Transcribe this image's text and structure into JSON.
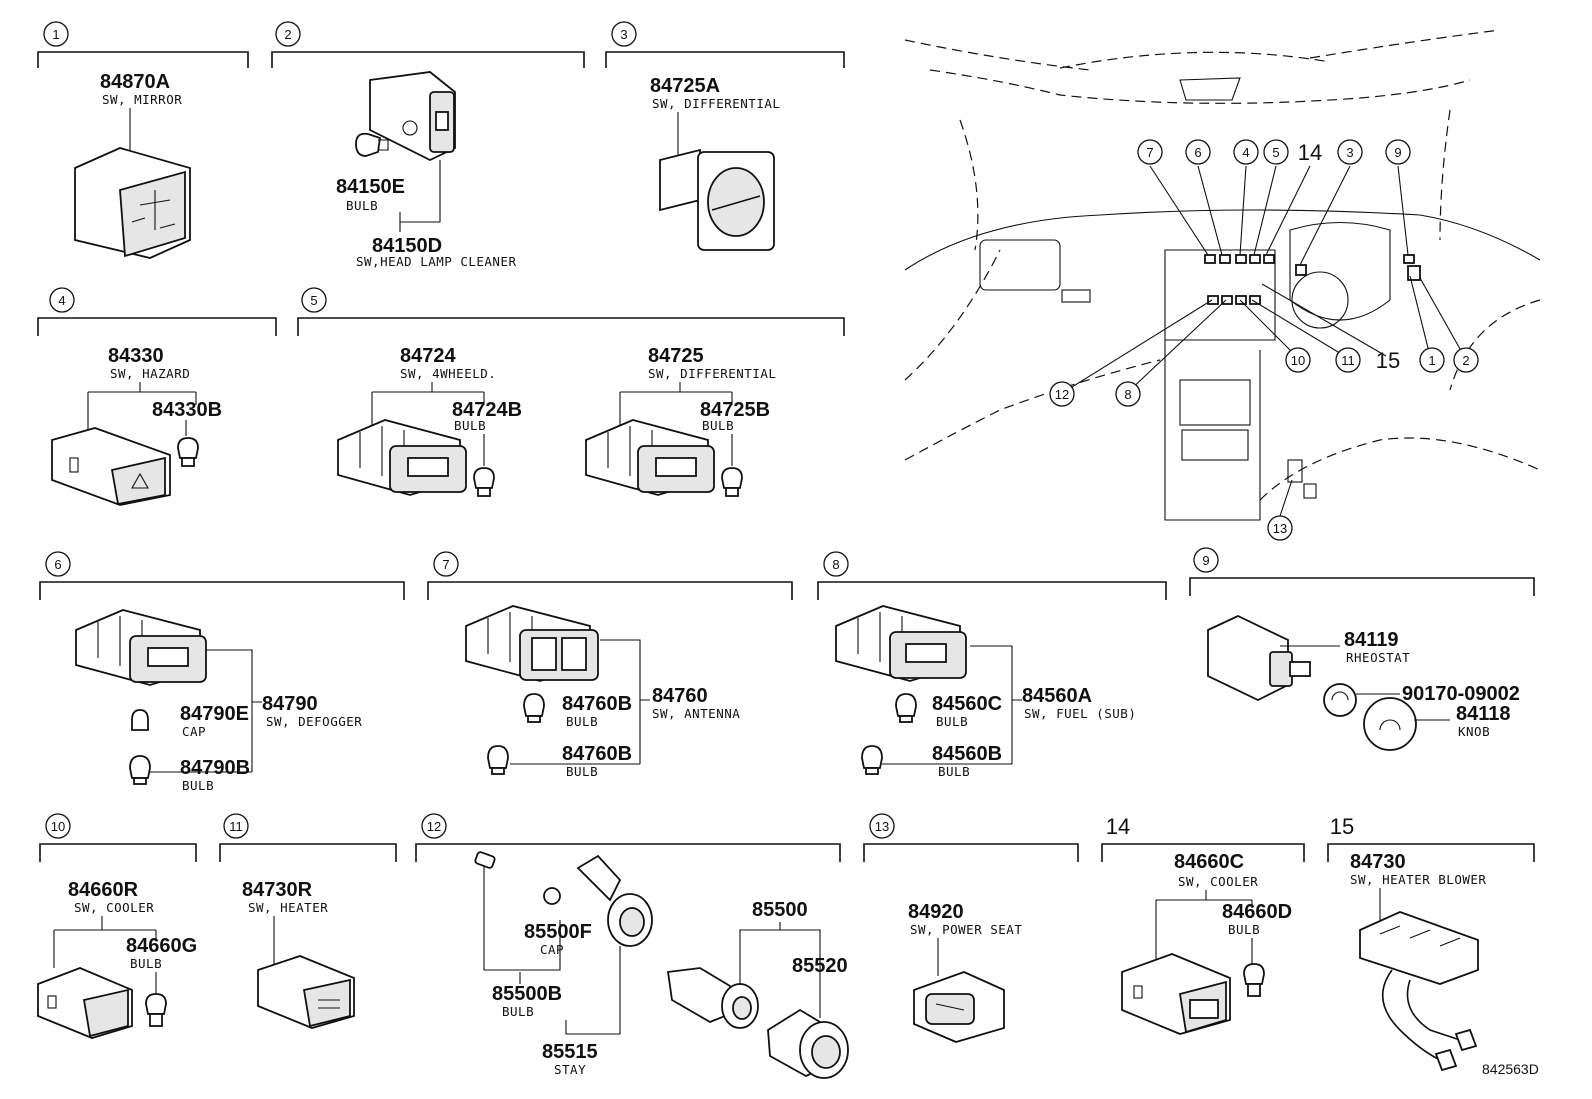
{
  "reference_code": "842563D",
  "sections": [
    {
      "num": "1",
      "parts": [
        {
          "pn": "84870A",
          "desc": "SW, MIRROR"
        }
      ]
    },
    {
      "num": "2",
      "parts": [
        {
          "pn": "84150E",
          "desc": "BULB"
        },
        {
          "pn": "84150D",
          "desc": "SW,HEAD LAMP CLEANER"
        }
      ]
    },
    {
      "num": "3",
      "parts": [
        {
          "pn": "84725A",
          "desc": "SW, DIFFERENTIAL"
        }
      ]
    },
    {
      "num": "4",
      "parts": [
        {
          "pn": "84330",
          "desc": "SW, HAZARD"
        },
        {
          "pn": "84330B",
          "desc": ""
        }
      ]
    },
    {
      "num": "5",
      "parts": [
        {
          "pn": "84724",
          "desc": "SW, 4WHEELD."
        },
        {
          "pn": "84724B",
          "desc": "BULB"
        },
        {
          "pn": "84725",
          "desc": "SW, DIFFERENTIAL"
        },
        {
          "pn": "84725B",
          "desc": "BULB"
        }
      ]
    },
    {
      "num": "6",
      "parts": [
        {
          "pn": "84790E",
          "desc": "CAP"
        },
        {
          "pn": "84790",
          "desc": "SW, DEFOGGER"
        },
        {
          "pn": "84790B",
          "desc": "BULB"
        }
      ]
    },
    {
      "num": "7",
      "parts": [
        {
          "pn": "84760B",
          "desc": "BULB"
        },
        {
          "pn": "84760",
          "desc": "SW, ANTENNA"
        },
        {
          "pn": "84760B",
          "desc": "BULB"
        }
      ]
    },
    {
      "num": "8",
      "parts": [
        {
          "pn": "84560C",
          "desc": "BULB"
        },
        {
          "pn": "84560A",
          "desc": "SW, FUEL (SUB)"
        },
        {
          "pn": "84560B",
          "desc": "BULB"
        }
      ]
    },
    {
      "num": "9",
      "parts": [
        {
          "pn": "84119",
          "desc": "RHEOSTAT"
        },
        {
          "pn": "90170-09002",
          "desc": ""
        },
        {
          "pn": "84118",
          "desc": "KNOB"
        }
      ]
    },
    {
      "num": "10",
      "parts": [
        {
          "pn": "84660R",
          "desc": "SW, COOLER"
        },
        {
          "pn": "84660G",
          "desc": "BULB"
        }
      ]
    },
    {
      "num": "11",
      "parts": [
        {
          "pn": "84730R",
          "desc": "SW, HEATER"
        }
      ]
    },
    {
      "num": "12",
      "parts": [
        {
          "pn": "85500F",
          "desc": "CAP"
        },
        {
          "pn": "85500B",
          "desc": "BULB"
        },
        {
          "pn": "85515",
          "desc": "STAY"
        },
        {
          "pn": "85500",
          "desc": ""
        },
        {
          "pn": "85520",
          "desc": ""
        }
      ]
    },
    {
      "num": "13",
      "parts": [
        {
          "pn": "84920",
          "desc": "SW, POWER SEAT"
        }
      ]
    },
    {
      "num": "14",
      "parts": [
        {
          "pn": "84660C",
          "desc": "SW, COOLER"
        },
        {
          "pn": "84660D",
          "desc": "BULB"
        }
      ]
    },
    {
      "num": "15",
      "parts": [
        {
          "pn": "84730",
          "desc": "SW, HEATER BLOWER"
        }
      ]
    }
  ],
  "overview_callouts": [
    "7",
    "6",
    "4",
    "5",
    "14",
    "3",
    "9",
    "12",
    "8",
    "10",
    "11",
    "15",
    "1",
    "2",
    "13"
  ]
}
